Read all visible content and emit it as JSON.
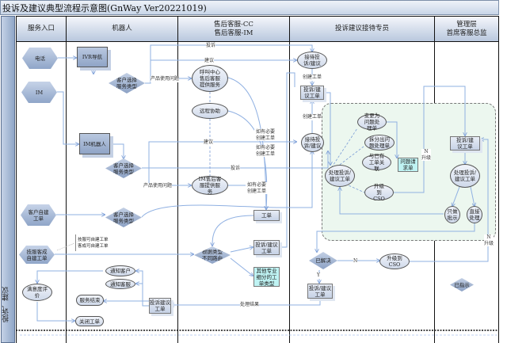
{
  "title": "投诉及建议典型流程示意图(GnWay Ver20221019)",
  "side_label": "投诉、建议",
  "lanes": [
    {
      "label": "服务入口"
    },
    {
      "label": "机器人"
    },
    {
      "label": "售后客服-CC\n售后客服-IM"
    },
    {
      "label": "投诉建议接待专员"
    },
    {
      "label": "管理层\n首席客服总监"
    }
  ],
  "nodes": {
    "phone": "电话",
    "im": "IM",
    "ivr": "IVR导航",
    "select1": "客户选择服务类型",
    "cc_service": "呼叫中心售后客服提供服务",
    "remote": "远程协助",
    "im_robot": "IM机器人",
    "select2": "客户选择服务类型",
    "im_service": "IM售后客服提供服务",
    "self_ticket": "客户自建工单",
    "select3": "客户选择服务类型",
    "ticket": "工单",
    "note": "技服可自建工单\n客成可自建工单",
    "tech_ticket": "技服客成自建工单",
    "route": "根据类型不同路由",
    "cs_ticket_mid": "投诉/建议工单",
    "other_types": "其他专业细分的工单类型",
    "notify_customer": "通知客户",
    "notify_agent": "通知客服",
    "service_end": "服务结束",
    "close_ticket": "关闭工单",
    "satisfaction": "满意度评价",
    "cs_ticket_left": "投诉建议工单",
    "receive1": "接待投诉/建议",
    "cs_ticket_top": "投诉/建议工单",
    "receive2": "接待投诉/建议",
    "process": "处理投诉/建议工单",
    "change_problem": "变更为问题处理单",
    "split_problem": "拆分出问题处理单",
    "link_existing": "与已有工单关联",
    "problem_request": "问题请求单",
    "escalate_cso": "升级到CSO",
    "mgmt_ticket": "投诉/建议工单",
    "mgmt_process": "处理投诉/建议工单",
    "instruct_only": "只做批示",
    "direct_handle": "直接处理",
    "resolved": "已解决",
    "cs_ticket_bottom": "投诉/建议工单",
    "escalate_cso2": "升级到CSO",
    "instructed": "已指示"
  },
  "edge_labels": {
    "complaint1": "投诉",
    "suggest1": "建议",
    "product_issue1": "产品使用问题",
    "create1": "创建工单",
    "create2": "创建工单",
    "if_needed1": "如有必要创建工单",
    "if_needed2": "如有必要创建工单",
    "if_needed3": "如有必要创建工单",
    "suggest2": "建议",
    "complaint2": "投诉",
    "product_issue2": "产品使用问题",
    "n_upgrade1": "N\n升级",
    "n1": "N",
    "y1": "Y",
    "n_upgrade2": "N\n升级",
    "result": "处理结果"
  }
}
